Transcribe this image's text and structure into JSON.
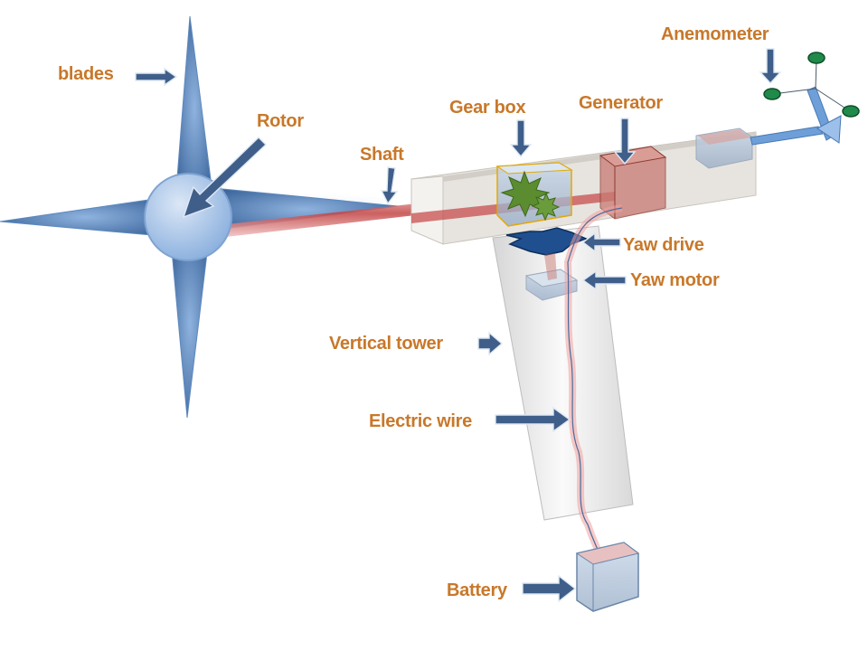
{
  "labels": {
    "blades": "blades",
    "rotor": "Rotor",
    "shaft": "Shaft",
    "gear_box": "Gear box",
    "generator": "Generator",
    "anemometer": "Anemometer",
    "yaw_drive": "Yaw drive",
    "yaw_motor": "Yaw motor",
    "vertical_tower": "Vertical tower",
    "electric_wire": "Electric wire",
    "battery": "Battery"
  },
  "colors": {
    "label_text": "#c8782a",
    "arrow": "#3f5f8a",
    "blade": "#4a78ae",
    "rotor_hub": "#a8c4e8",
    "shaft": "#c45050",
    "nacelle": "#e4e1db",
    "tower": "#eeeeee",
    "gear": "#4f7a2a",
    "generator": "#b65a52",
    "yaw_drive": "#1f4f8f",
    "anemometer_cup": "#1f8a4a",
    "wire": "#e06060"
  }
}
